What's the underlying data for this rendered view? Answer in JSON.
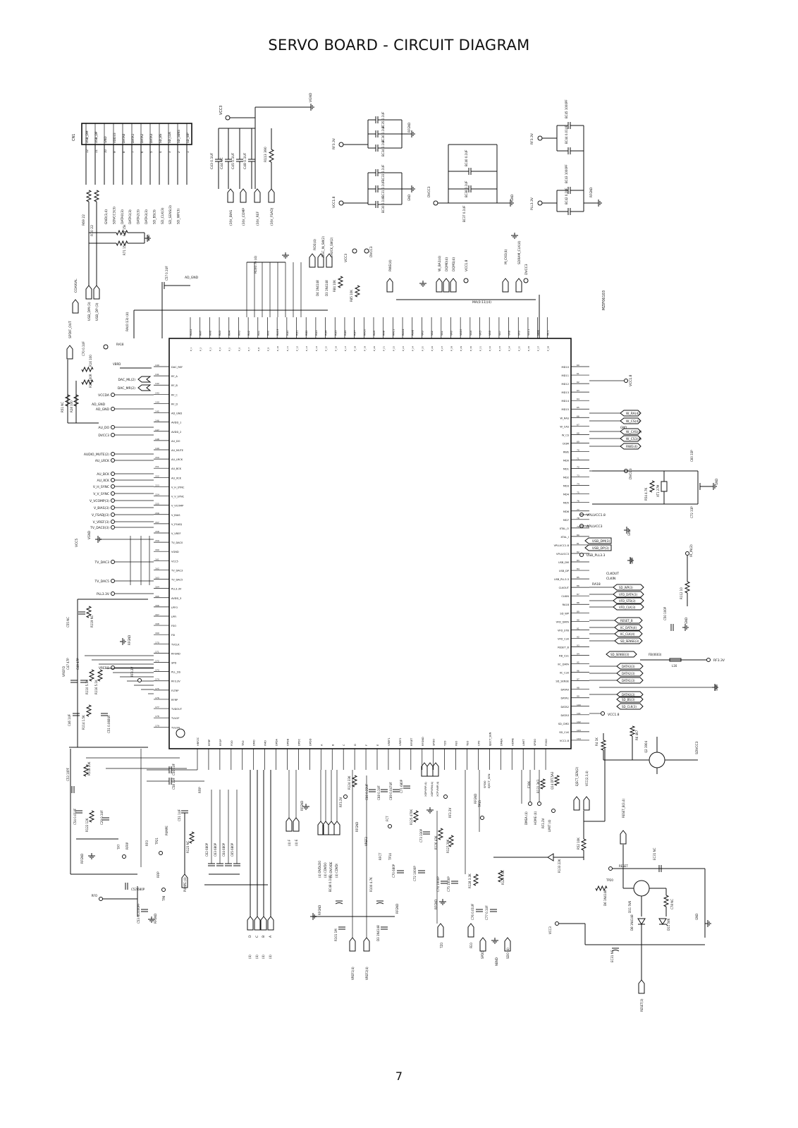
{
  "page": {
    "title": "SERVO BOARD - CIRCUIT DIAGRAM",
    "page_number": "7"
  },
  "main_ic": {
    "label": "MZIF06103",
    "left_pins": [
      "DAC_REF",
      "RF_A",
      "RF_B",
      "RF_C",
      "RF_D",
      "AD_GND",
      "AVDD_1",
      "AVDD_2",
      "AU_DO",
      "AU_MUTE",
      "AU_LRCK",
      "AU_BCK",
      "AU_XCK",
      "V_H_SYNC",
      "V_V_SYNC",
      "V_VCOMP",
      "V_BIAS",
      "V_FSADJ",
      "V_VREF",
      "TV_DAC0",
      "VGND",
      "VCC5",
      "TV_DAC3",
      "TV_DAC5",
      "PLL3.3V",
      "AVDD_3",
      "LPFO",
      "LPFI",
      "FSO",
      "FSI",
      "TVCLK",
      "RFGND",
      "SPD",
      "PLL_DS",
      "RF3.3V",
      "FLTRP",
      "RFRP",
      "TVDOUT",
      "TVLOF",
      "TVLON"
    ],
    "right_pins": [
      "MD10",
      "MD11",
      "MD12",
      "MD13",
      "MD14",
      "MD15",
      "W_RAS",
      "W_CAS",
      "W_CS",
      "DQM",
      "RWE",
      "MD0",
      "MD1",
      "MD2",
      "MD3",
      "MD4",
      "MD5",
      "MD6",
      "MD7",
      "XTAL_O",
      "XTAL_I",
      "VPLLVCC1.8",
      "VPLLVCC3",
      "USB_DM",
      "USB_DP",
      "USB_PLL3.3",
      "CLKOUT",
      "CLKIN",
      "RA18",
      "SD_WP",
      "VFD_DATA",
      "VFD_STB",
      "VFD_CLK",
      "RESET_B",
      "RB_CS1",
      "IIC_DATA",
      "IIC_CLK",
      "SD_SENSE",
      "DATA0",
      "DATA1",
      "DATA2",
      "DATA3",
      "SD_CMD",
      "SD_CLK",
      "VCC1.8"
    ],
    "top_pins": [
      "RA12",
      "RA7",
      "RA6",
      "RA5",
      "RA4",
      "RA3",
      "RA2",
      "RA1",
      "RA0",
      "RA13",
      "RD0",
      "RD1",
      "RD2",
      "RD3",
      "RD4",
      "RD5",
      "RD6",
      "RD7",
      "RA10",
      "RA9",
      "RA8",
      "RA11",
      "RA14",
      "RWE",
      "VA3",
      "VA2",
      "VA1",
      "VA0",
      "VA10",
      "VA4",
      "VA5",
      "VA6",
      "VA7",
      "VA8",
      "VA9",
      "VA11",
      "NOE",
      "NCS"
    ],
    "bottom_pins": [
      "HRFZC",
      "RFRP",
      "RFOP",
      "FOO",
      "TRO",
      "DMO",
      "FMO",
      "DPDA",
      "DPDB",
      "DPDC",
      "DPDD",
      "A",
      "B",
      "C",
      "D",
      "F",
      "E",
      "VREF1",
      "VREF2",
      "RFSET",
      "RFGND",
      "SPDO",
      "TZO",
      "FEO",
      "TEO",
      "CPO",
      "EJECT_SEN",
      "DMEA",
      "HOME",
      "LIMIT",
      "SPDO",
      "FOSO"
    ]
  },
  "connector_cn1": {
    "ref": "CN1",
    "pins": [
      "USB_DM",
      "USB_DP",
      "GND",
      "VDD33",
      "DATA0",
      "DATA1",
      "DATA2",
      "DATA3",
      "SD_BS",
      "SD_CLK",
      "SD_SENS",
      "SD_WP"
    ],
    "pin_numbers": [
      "12",
      "11",
      "10",
      "9",
      "8",
      "7",
      "6",
      "5",
      "4",
      "3",
      "2",
      "1"
    ],
    "signals": [
      "GND(3,4)",
      "SDVCC3(3)",
      "DATA0(3)",
      "DATA1(3)",
      "DATA2(3)",
      "DATA3(3)",
      "SD_BS(3)",
      "SD_CLK(3)",
      "SD_SENS(3)",
      "SD_WP(3)"
    ],
    "series_resistors": [
      "R69 22",
      "R70 22",
      "R72 15k",
      "R71 15k"
    ]
  },
  "cap_groups": {
    "vdd_bias": [
      "C43 0.1UF",
      "C44 NC",
      "C45 0.1UF",
      "C48 0.1UF",
      "R113 390"
    ],
    "bias_signals": [
      "(3)V_BIAS",
      "(3)V_COMP",
      "(3)V_REF",
      "(3)V_FSADJ"
    ],
    "rf_decoupling": [
      "BC35 0.1UF",
      "BC36 0.1UF",
      "BC34 0.1UF",
      "BC33 0.1UF",
      "BC31 0.1UF",
      "BC30 0.1UF"
    ],
    "dvdd_decoupling": [
      "BC40 0.1UF",
      "BC38 0.1UF",
      "BC37 0.1UF"
    ],
    "pll_decoupling": [
      "BC45 1000PF",
      "BC44 0.01UF",
      "BC43 1000PF",
      "BC42 0.1UF"
    ]
  },
  "power_nets": {
    "rails": [
      "VCC3",
      "GND",
      "RF3.3V",
      "VCC1.8",
      "DVCC3",
      "PLL3.3V",
      "RFGND",
      "AD_GND",
      "VCC5",
      "VGND",
      "SDVCC3"
    ]
  },
  "top_signals": {
    "labels": [
      "RA(0:13) (4)",
      "RD(0:7) (4)",
      "ROE(4)",
      "DISC_IN_SW(2)",
      "CHUCK_SW(2)",
      "RWE(4)",
      "W_BA1(4)",
      "DQM0(4)",
      "DQM1(4)",
      "VCC1.8",
      "M_CKE(4)",
      "SDRAM_CLK(4)",
      "DVCC3",
      "MA(0:11)(4)",
      "MD(0:15)(4)",
      "SPDIF_OUT",
      "COAXIAL"
    ],
    "parts": [
      "C57 0.1UF",
      "D4 1N4148",
      "D3 1N4148",
      "R84 10K",
      "R85 10K",
      "C70 0.1UF",
      "R16 100",
      "R18 100R",
      "R28 330",
      "R51 NC"
    ]
  },
  "left_signals": {
    "labels": [
      "DAC_ML(2)",
      "DAC_MR(2)",
      "VCCDA",
      "AD_GND",
      "AU_DO",
      "DVCC3",
      "AUDIO_MUTE(2)",
      "AU_LRCK",
      "AU_BCK",
      "AU_XCK",
      "V_H_SYNC",
      "V_V_SYNC",
      "V_VCOMP(3)",
      "V_BIAS(3)",
      "V_FSADJ(3)",
      "V_VREF(3)",
      "TV_DAC0(3)",
      "TV_DAC3",
      "TV_DAC5",
      "PLL3.3V",
      "VREFO"
    ],
    "parts": [
      "C55 NC",
      "R119 NC",
      "C47 47P",
      "C49 47P",
      "R110 5.1K",
      "R116 5.1K",
      "C46 1UF",
      "R114 1.5K",
      "C51 0.068UF"
    ]
  },
  "right_signals": {
    "labels": [
      "W_RA(4)",
      "W_CS(4)",
      "W_CAS(4)",
      "W_CS1(4)",
      "RWE(4)",
      "VCC1.8",
      "DVCC3",
      "VPLLVCC1.8",
      "APLLVCC3",
      "USB_DM(3)",
      "USB_DP(3)",
      "USB_PLL3.3",
      "CLKOUT",
      "CLKIN",
      "SD_WP(3)",
      "VFD_DATA(3)",
      "VFD_STB(3)",
      "VFD_CLK(3)",
      "RESET_B",
      "IIC_DATA(4)",
      "IIC_CLK(4)",
      "SD_SENSE(3)",
      "DATA3(3)",
      "DATA2(3)",
      "DATA1(3)",
      "DATA0(3)",
      "SD_BS(3)",
      "SD_CLK(3)",
      "VCC1.8",
      "IR_IN(2)",
      "RF3.3V",
      "RA18"
    ],
    "parts": [
      "R54 4.7K",
      "XT1 27M",
      "C60 33P",
      "C72 33P",
      "R112 10",
      "C50 100P",
      "FB(0603)",
      "L16",
      "R6 4K7",
      "Q2 3904",
      "R4 1K"
    ]
  },
  "bottom_signals": {
    "labels": [
      "PUMPE",
      "TP21",
      "RFO",
      "RFIP",
      "TP8",
      "TP7",
      "RFGND",
      "VREF1(4)",
      "VREF2(4)",
      "RFGND",
      "FCT",
      "TP14",
      "RFCT",
      "SPDO",
      "TZO",
      "FEO",
      "DMEA",
      "HOME",
      "LIMIT",
      "EJECT_SEN(2)",
      "VCC(2,3,4)",
      "RESET_B(3,4)",
      "RESET",
      "TP20",
      "VCC3",
      "SDVCC3",
      "GND"
    ],
    "parts": [
      "C53 10PF",
      "R118 20K",
      "C54 0.01UF",
      "R122 12K",
      "C29 0.1UF",
      "C50 1UF",
      "C58 1UF",
      "C51 1UF",
      "R123 NC",
      "C62 680P",
      "C63 680P",
      "C64 680P",
      "C65 680P",
      "C52 680P",
      "C53 NC/100PF",
      "R124 33K",
      "C66 0.22UF",
      "C68 0.1UF",
      "C69 0.047UF",
      "C71 680P",
      "C70 680P",
      "C72 1000P",
      "R125 470K",
      "C73 330P",
      "R126 43K",
      "R127 39K",
      "C74 1000P",
      "C75 1000P",
      "R128 3.3K",
      "C76 0.01UF",
      "C77 0.1UF",
      "R129 5.6K",
      "EC29 47U/16V",
      "EC30 47U/16V",
      "BC41 0.1UF",
      "BC48 0.1UF",
      "R100 4.7K",
      "R101 1M",
      "D3 1N4148",
      "R131 3K3",
      "Q14 DTC5A3",
      "R133 22K",
      "D6 1N4148",
      "D11 5V6",
      "C78 NC",
      "EC31 NC",
      "R52 10K"
    ]
  },
  "reset_circuit": {
    "labels": [
      "VCC3",
      "RESET(3)",
      "GND"
    ]
  }
}
